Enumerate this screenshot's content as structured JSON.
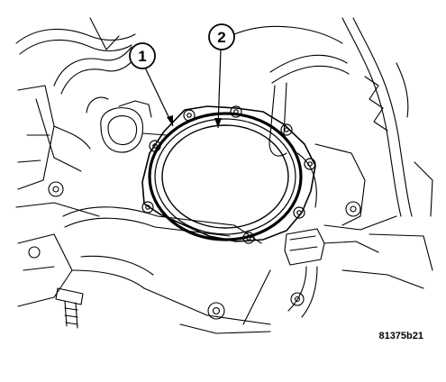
{
  "callouts": [
    {
      "label": "1"
    },
    {
      "label": "2"
    }
  ],
  "figure_id": "81375b21",
  "colors": {
    "ink": "#000000",
    "paper": "#ffffff"
  }
}
